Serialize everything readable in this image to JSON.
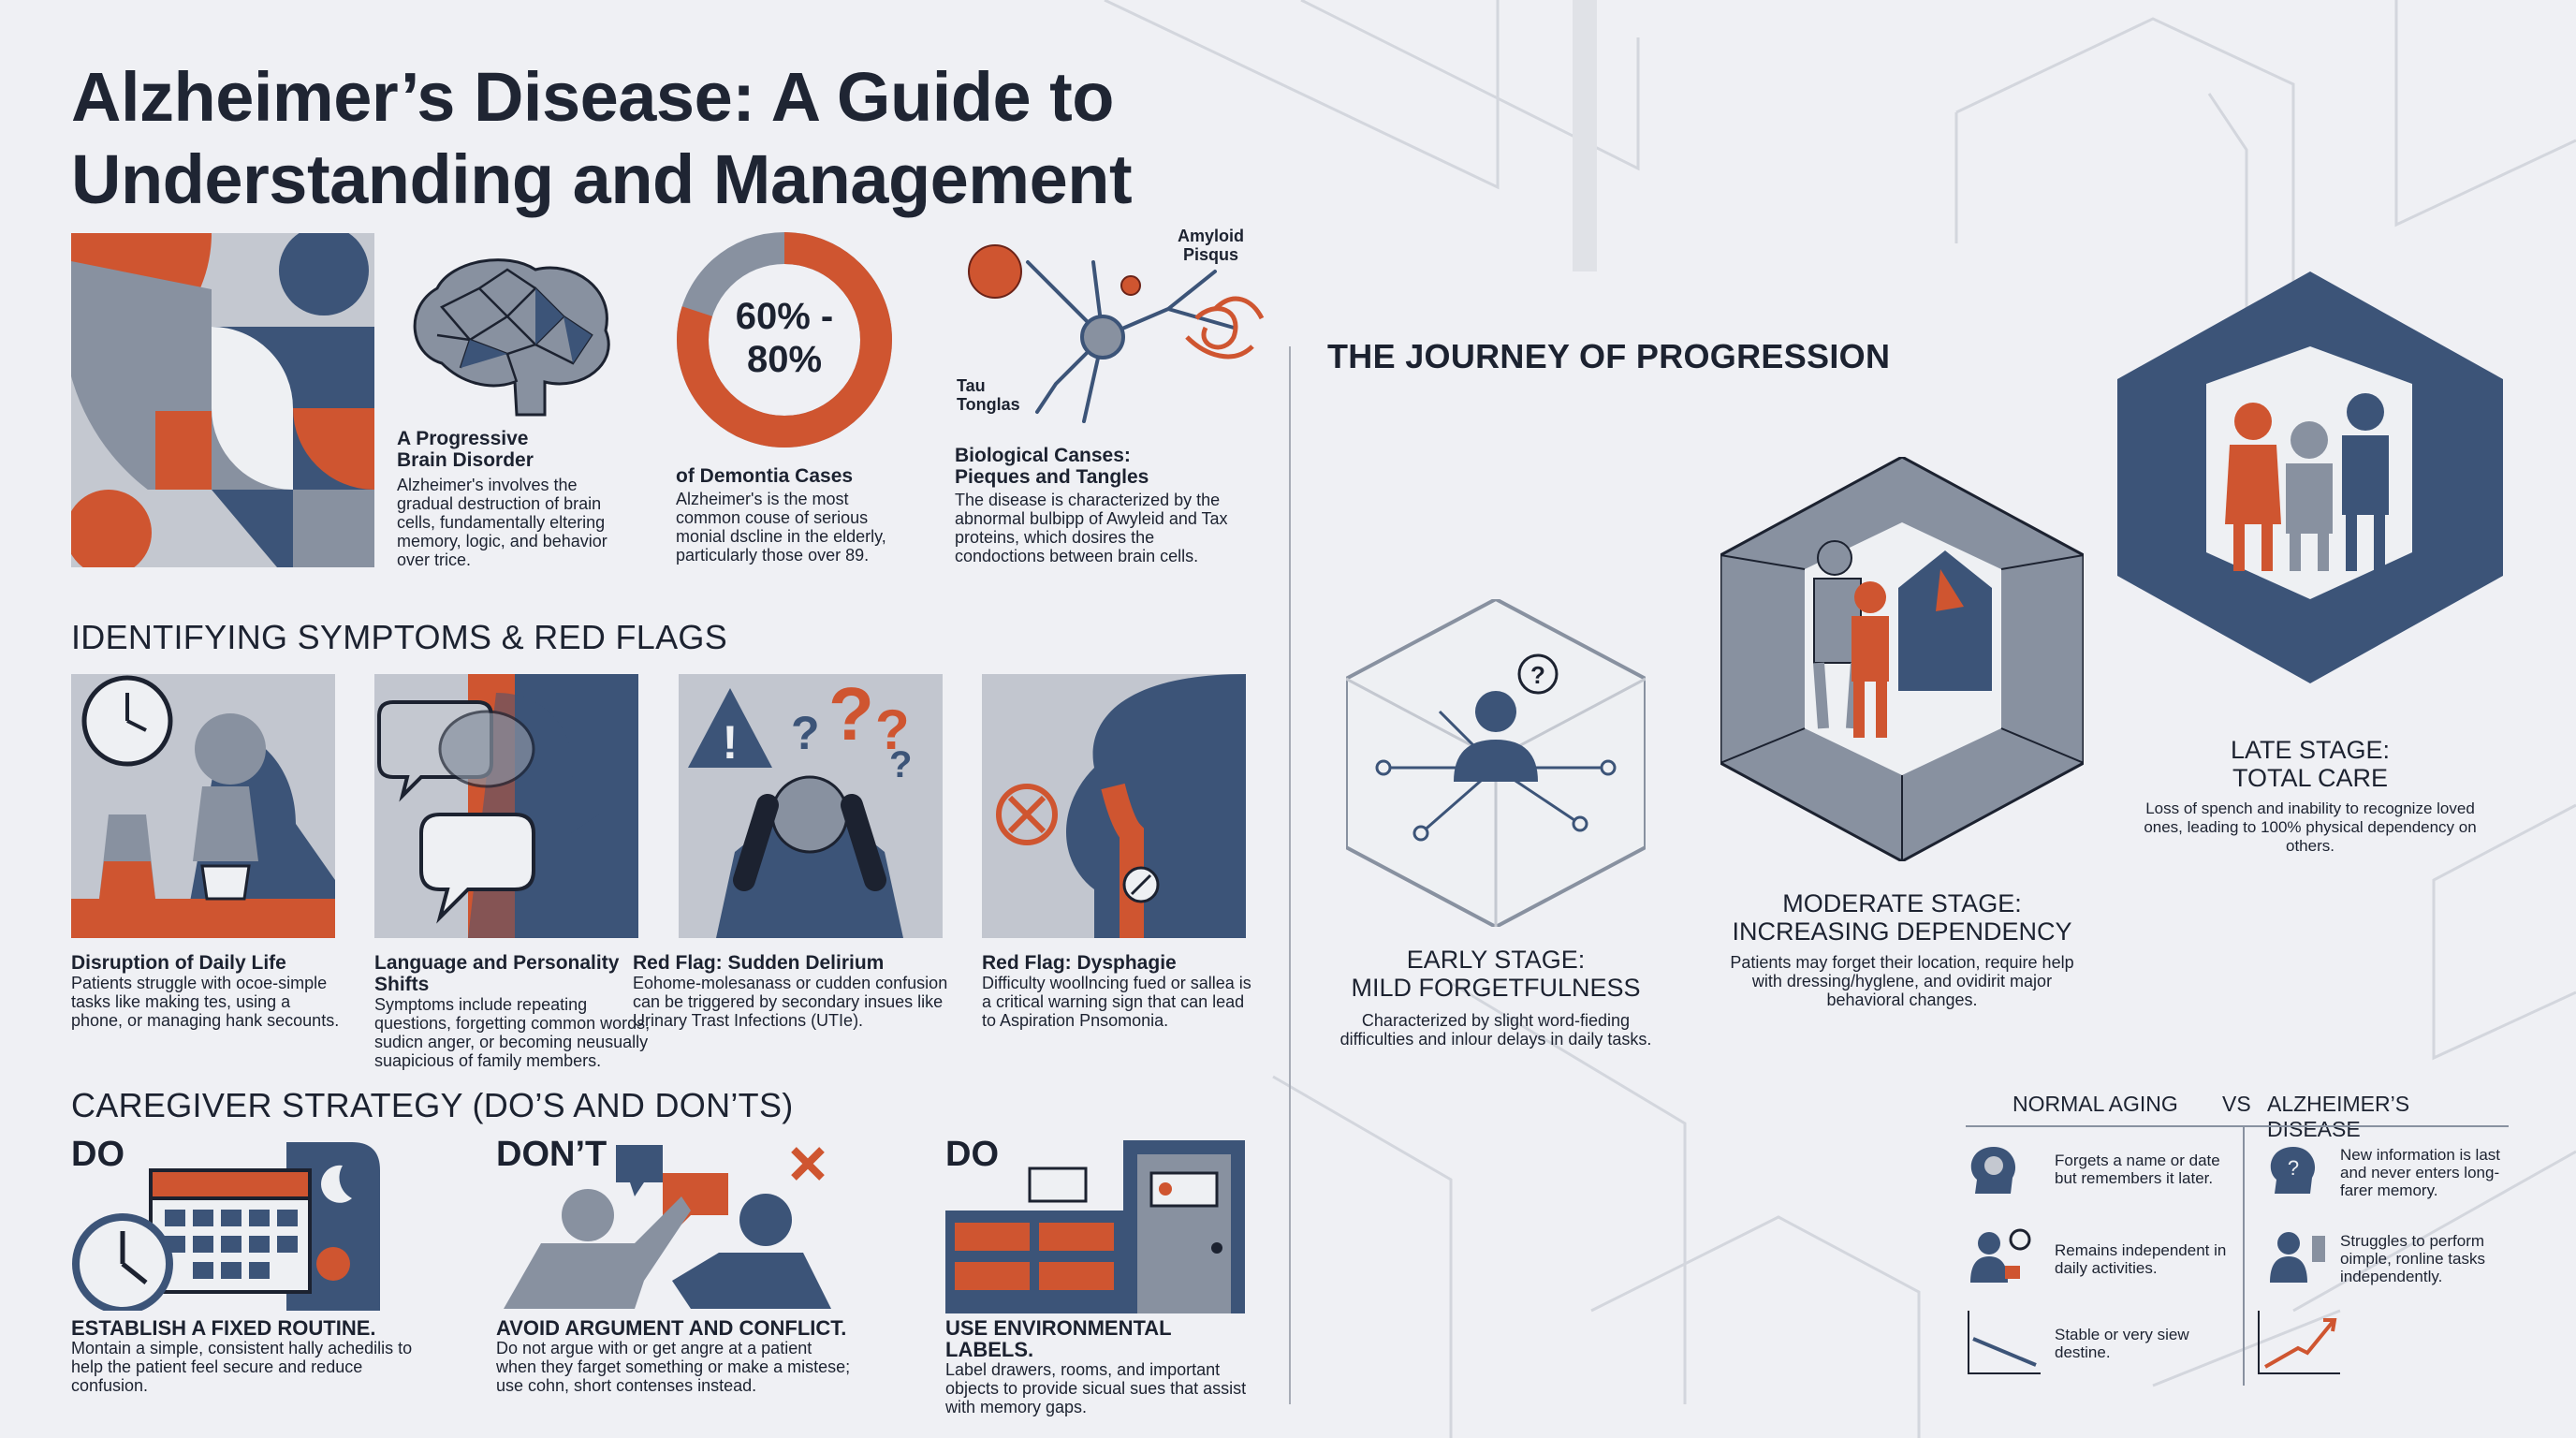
{
  "title_line1": "Alzheimer’s Disease: A Guide to",
  "title_line2": "Understanding and Management",
  "colors": {
    "navy": "#3c5478",
    "orange": "#cf5530",
    "grey": "#8891a0",
    "background": "#eff0f4"
  },
  "overview": {
    "brain": {
      "title": "A Progressive\nBrain Disorder",
      "text": "Alzheimer's involves the gradual destruction of brain cells, fundamentally eltering memory, logic, and behavior over trice.",
      "icon": "brain-icon"
    },
    "stat": {
      "value": "60% -\n80%",
      "fraction": 0.8,
      "title": "of Demontia Cases",
      "text": "Alzheimer's is the most common couse of serious monial dscline in the elderly, particularly those over 89."
    },
    "causes": {
      "label_amyloid": "Amyloid\nPisqus",
      "label_tau": "Tau\nTonglas",
      "title": "Biological Canses:\nPieques and Tangles",
      "text": "The disease is characterized by the abnormal bulbipp of Awyleid and Tax proteins, which dosires the condoctions between brain cells."
    }
  },
  "symptoms": {
    "heading": "IDENTIFYING SYMPTOMS & RED FLAGS",
    "items": [
      {
        "title": "Disruption of Daily Life",
        "text": "Patients struggle with ocoe-simple tasks like making tes, using a phone, or managing hank secounts.",
        "icon": "clock-icon"
      },
      {
        "title": "Language and Personality Shifts",
        "text": "Symptoms include repeating questions, forgetting common words, sudicn anger, or becoming neusually suapicious of family members.",
        "icon": "speech-bubble-icon"
      },
      {
        "title": "Red Flag: Sudden Delirium",
        "text": "Eohome-molesanass or cudden confusion can be triggered by secondary insues like Urinary Trast Infections (UTIe).",
        "icon": "warning-icon"
      },
      {
        "title": "Red Flag: Dysphagie",
        "text": "Difficulty woollncing fued or sallea is a critical warning sign that can lead to Aspiration Pnsomonia.",
        "icon": "no-swallow-icon"
      }
    ]
  },
  "caregiver": {
    "heading": "CAREGIVER STRATEGY (DO’S AND DON’TS)",
    "items": [
      {
        "tag": "DO",
        "title": "ESTABLISH A FIXED ROUTINE.",
        "text": "Montain a simple, consistent hally achedilis to help the patient feel secure and reduce confusion."
      },
      {
        "tag": "DON’T",
        "title": "AVOID ARGUMENT AND CONFLICT.",
        "text": "Do not argue with or get angre at a patient when they farget something or make a mistese; use cohn, short contenses instead."
      },
      {
        "tag": "DO",
        "title": "USE ENVIRONMENTAL LABELS.",
        "text": "Label drawers, rooms, and important objects to provide sicual sues that assist with memory gaps."
      }
    ]
  },
  "progression": {
    "heading": "THE JOURNEY OF PROGRESSION",
    "stages": [
      {
        "title": "EARLY STAGE:\nMILD FORGETFULNESS",
        "text": "Characterized by slight word-fieding difficulties and inlour delays in daily tasks."
      },
      {
        "title": "MODERATE STAGE:\nINCREASING DEPENDENCY",
        "text": "Patients may forget their location, require help with dressing/hyglene, and ovidirit major behavioral changes."
      },
      {
        "title": "LATE STAGE:\nTOTAL CARE",
        "text": "Loss of spench and inability to recognize loved ones, leading to 100% physical dependency on others."
      }
    ]
  },
  "comparison": {
    "left_header": "NORMAL AGING",
    "vs": "VS",
    "right_header": "ALZHEIMER’S DISEASE",
    "rows": [
      {
        "left": "Forgets a name or date but remembers it later.",
        "right": "New information is last and never enters long-farer memory."
      },
      {
        "left": "Remains independent in daily activities.",
        "right": "Struggles to perform oimple, ronline tasks independently."
      },
      {
        "left": "Stable or very siew destine.",
        "right": ""
      }
    ]
  }
}
